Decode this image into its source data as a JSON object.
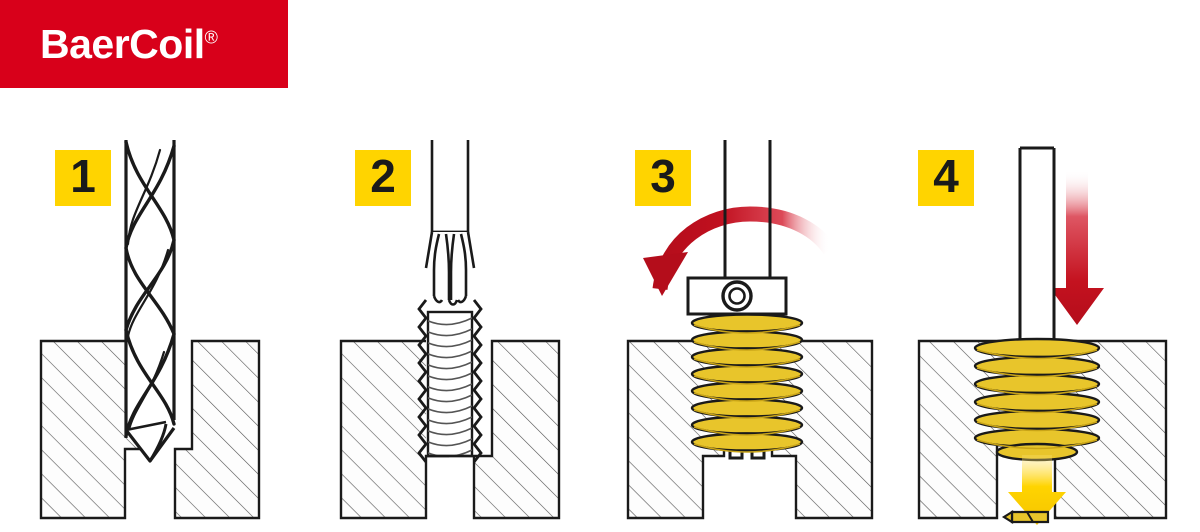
{
  "logo": {
    "brand": "BaerCoil",
    "registered_mark": "®",
    "banner_color": "#d8001a",
    "text_color": "#ffffff"
  },
  "palette": {
    "badge_yellow": "#FFD400",
    "insert_gold": "#E8C52B",
    "insert_gold_dark": "#C9A417",
    "arrow_red": "#CC1122",
    "arrow_yellow": "#FFD400",
    "outline": "#1a1a1a",
    "hatch": "#555555",
    "material_fill": "#fdfdfd"
  },
  "steps": [
    {
      "number": "1",
      "badge_label": "1",
      "name": "drill-hole",
      "icon": "twist-drill-bit-icon",
      "arrows": []
    },
    {
      "number": "2",
      "badge_label": "2",
      "name": "cut-thread",
      "icon": "thread-tap-icon",
      "arrows": []
    },
    {
      "number": "3",
      "badge_label": "3",
      "name": "install-insert",
      "icon": "wire-thread-insert-icon",
      "arrows": [
        "rotation-arrow-red"
      ]
    },
    {
      "number": "4",
      "badge_label": "4",
      "name": "break-off-tang",
      "icon": "tang-break-punch-icon",
      "arrows": [
        "down-arrow-red",
        "down-arrow-yellow"
      ]
    }
  ]
}
